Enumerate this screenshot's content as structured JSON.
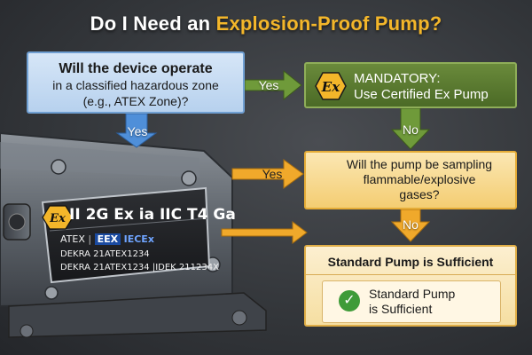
{
  "title": {
    "prefix": "Do I Need an ",
    "accent": "Explosion-Proof Pump?"
  },
  "question1": {
    "line1": "Will the device operate",
    "line2": "in a classified hazardous zone",
    "line3": "(e.g., ATEX Zone)?"
  },
  "mandatory": {
    "line1": "MANDATORY:",
    "line2": "Use Certified Ex Pump",
    "ex_symbol": "Ex"
  },
  "question2": {
    "line1": "Will the pump be sampling",
    "line2": "flammable/explosive",
    "line3": "gases?"
  },
  "result": {
    "heading": "Standard Pump is Sufficient",
    "line1": "Standard Pump",
    "line2": "is Sufficient",
    "check": "✓"
  },
  "labels": {
    "yes_right": "Yes",
    "yes_down": "Yes",
    "no_mandatory": "No",
    "yes_plate": "Yes",
    "no_result": "No"
  },
  "plate": {
    "ex_symbol": "Ex",
    "marking": "II 2G Ex ia IIC T4 Ga",
    "atex": "ATEX",
    "separator": "|",
    "eex": "EEX",
    "iecex": "IECEx",
    "cert1": "DEKRA 21ATEX1234",
    "cert2": "DEKRA 21ATEX1234 |IDEK 211234X"
  },
  "colors": {
    "accent": "#f3b62a",
    "question_blue": "#b7d1ee",
    "mandatory_green": "#4b6a26",
    "amber": "#f4cd72",
    "arrow_blue": "#4f8fd9",
    "arrow_green": "#6f9a3a",
    "arrow_amber": "#f0a92b"
  },
  "icons": [
    "ex-hexagon-icon",
    "check-circle-icon"
  ]
}
